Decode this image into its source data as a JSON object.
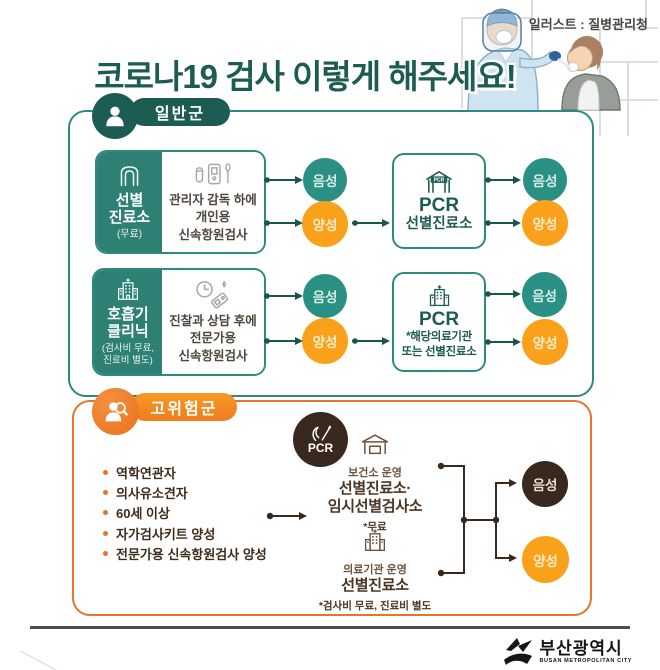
{
  "credit": "일러스트 : 질병관리청",
  "title": "코로나19 검사 이렇게 해주세요!",
  "general": {
    "label": "일반군",
    "row1": {
      "place_line1": "선별",
      "place_line2": "진료소",
      "place_note": "(무료)",
      "method_line1": "관리자 감독 하에",
      "method_line2": "개인용",
      "method_line3": "신속항원검사",
      "neg1": "음성",
      "pos1": "양성",
      "pcr_banner": "PCR",
      "pcr_title": "PCR",
      "pcr_sub": "선별진료소",
      "neg2": "음성",
      "pos2": "양성"
    },
    "row2": {
      "place_line1": "호흡기",
      "place_line2": "클리닉",
      "place_note1": "(검사비 무료,",
      "place_note2": "진료비 별도)",
      "method_line1": "진찰과 상담 후에",
      "method_line2": "전문가용",
      "method_line3": "신속항원검사",
      "neg1": "음성",
      "pos1": "양성",
      "pcr_title": "PCR",
      "pcr_sub1": "*해당의료기관",
      "pcr_sub2": "또는 선별진료소",
      "neg2": "음성",
      "pos2": "양성"
    }
  },
  "highrisk": {
    "label": "고위험군",
    "criteria": [
      "역학연관자",
      "의사유소견자",
      "60세 이상",
      "자가검사키트 양성",
      "전문가용 신속항원검사 양성"
    ],
    "pcr_badge": "PCR",
    "site1": {
      "operator": "보건소 운영",
      "name_line1": "선별진료소·",
      "name_line2": "임시선별검사소",
      "note": "*무료"
    },
    "site2": {
      "operator": "의료기관 운영",
      "name_line1": "선별진료소",
      "note": "*검사비 무료, 진료비 별도"
    },
    "neg": "음성",
    "pos": "양성"
  },
  "footer": {
    "city": "부산광역시",
    "city_en": "BUSAN METROPOLITAN CITY"
  },
  "colors": {
    "teal_dark": "#1d5c53",
    "teal_box": "#2e7f74",
    "teal_circle": "#2b9084",
    "orange": "#f9a11b",
    "orange_border": "#e4752a",
    "brown_dark": "#38281d",
    "brown_text": "#4a3424"
  }
}
